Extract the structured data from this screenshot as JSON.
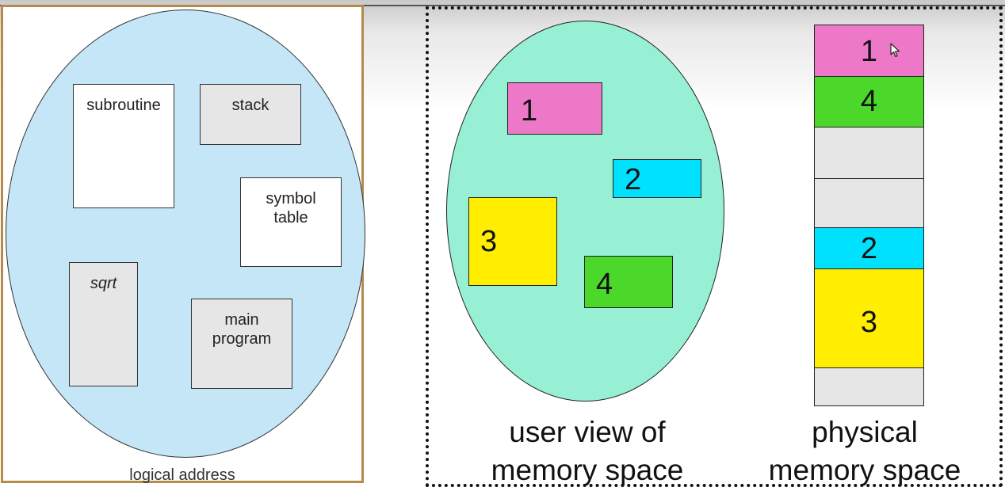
{
  "left_panel": {
    "segments": {
      "subroutine": "subroutine",
      "stack": "stack",
      "symbol_table_line1": "symbol",
      "symbol_table_line2": "table",
      "sqrt": "sqrt",
      "main_program_line1": "main",
      "main_program_line2": "program"
    },
    "caption": "logical address"
  },
  "user_view": {
    "blocks": [
      "1",
      "2",
      "3",
      "4"
    ],
    "caption_line1": "user view of",
    "caption_line2": "memory space"
  },
  "physical_view": {
    "slots": [
      "1",
      "4",
      "",
      "",
      "2",
      "3",
      ""
    ],
    "caption_line1": "physical",
    "caption_line2": "memory space"
  },
  "colors": {
    "left_oval": "#c5e6f7",
    "user_oval": "#98f0d4",
    "block_1": "#ee78c8",
    "block_2": "#00e0ff",
    "block_3": "#ffee00",
    "block_4": "#4bd82a",
    "empty_slot": "#e6e6e6",
    "left_frame": "#b58a4a"
  },
  "icons": {
    "cursor": "mouse-pointer-icon"
  }
}
